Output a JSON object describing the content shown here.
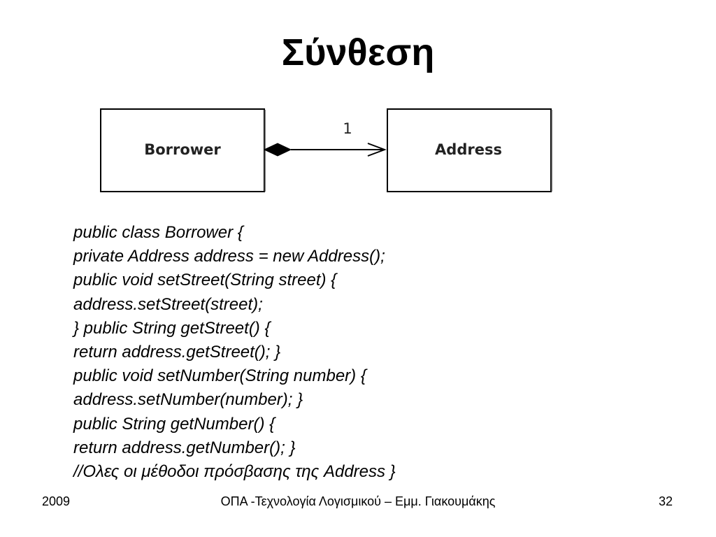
{
  "title": "Σύνθεση",
  "diagram": {
    "left_class": "Borrower",
    "right_class": "Address",
    "multiplicity": "1",
    "colors": {
      "stroke": "#000000",
      "fill": "#ffffff"
    }
  },
  "code_lines": [
    "public class Borrower {",
    "private Address address = new Address();",
    "public void setStreet(String street) {",
    "address.setStreet(street);",
    "} public String getStreet() {",
    "return address.getStreet(); }",
    "public void setNumber(String number) {",
    "address.setNumber(number); }",
    "public String getNumber() {",
    "return address.getNumber(); }",
    "//Ολες οι μέθοδοι πρόσβασης της Address }"
  ],
  "footer": {
    "year": "2009",
    "center": "ΟΠΑ -Τεχνολογία Λογισμικού – Εμμ. Γιακουμάκης",
    "page": "32"
  }
}
